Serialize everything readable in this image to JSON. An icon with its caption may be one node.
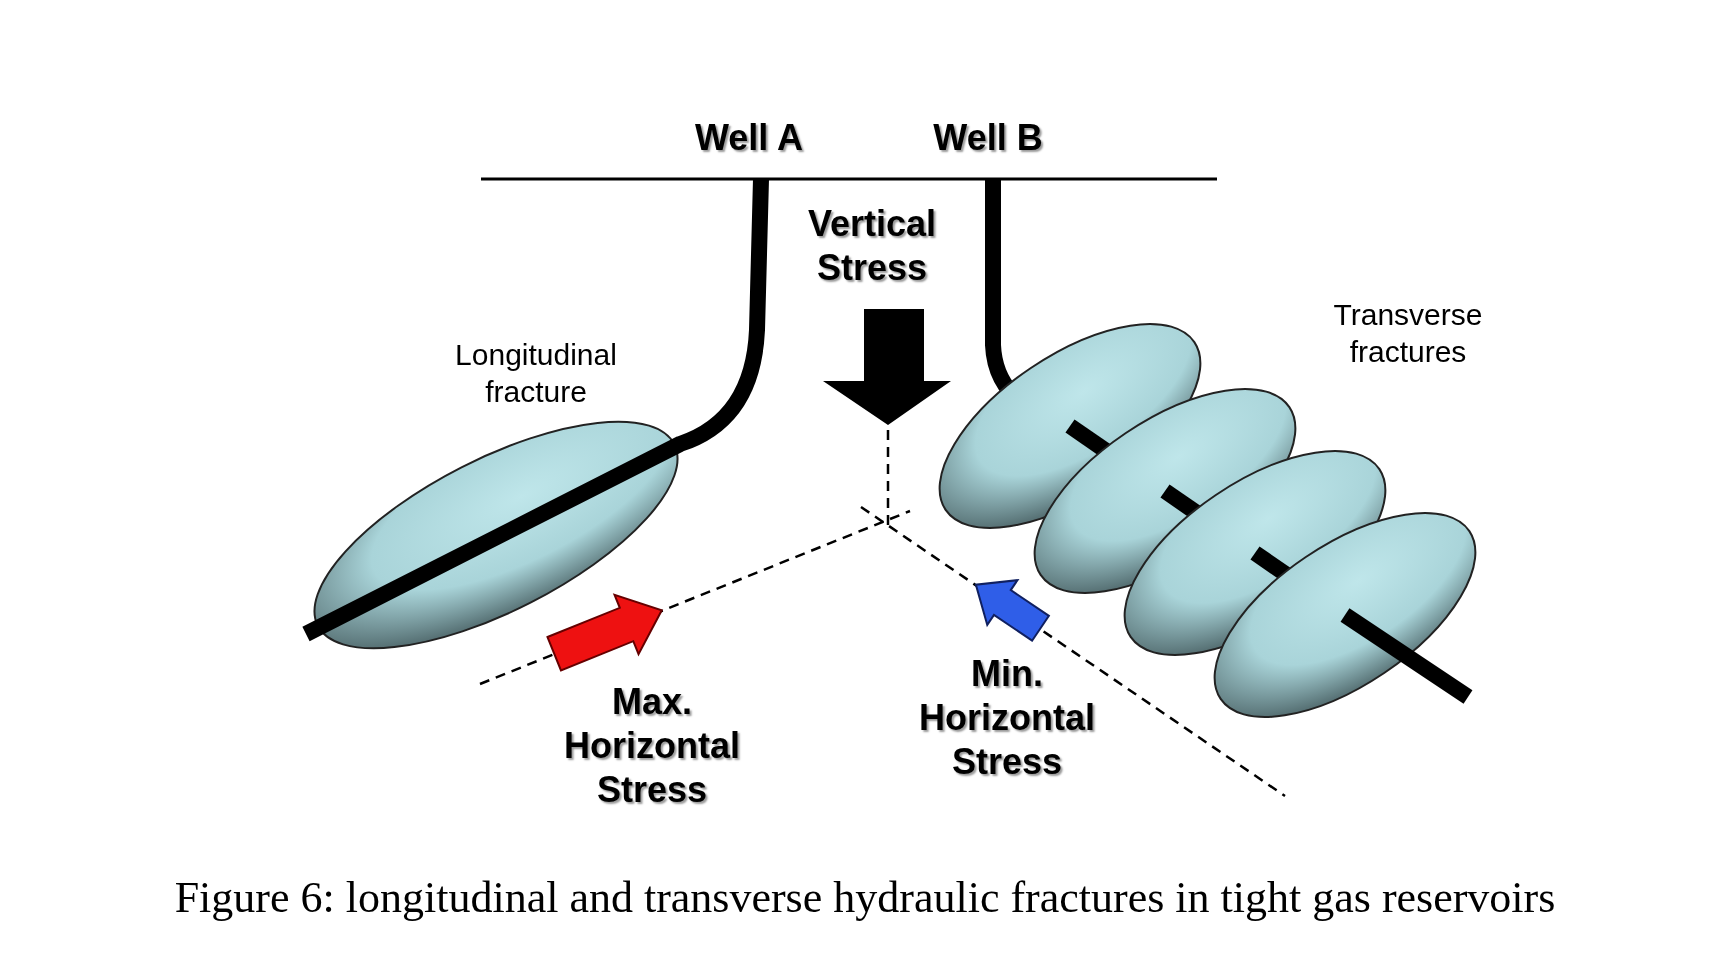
{
  "diagram": {
    "caption": "Figure 6: longitudinal and transverse hydraulic fractures in tight gas reservoirs",
    "labels": [
      "Well A",
      "Well B",
      "Vertical Stress",
      "Longitudinal fracture",
      "Transverse fractures",
      "Max. Horizontal Stress",
      "Min. Horizontal Stress"
    ]
  }
}
